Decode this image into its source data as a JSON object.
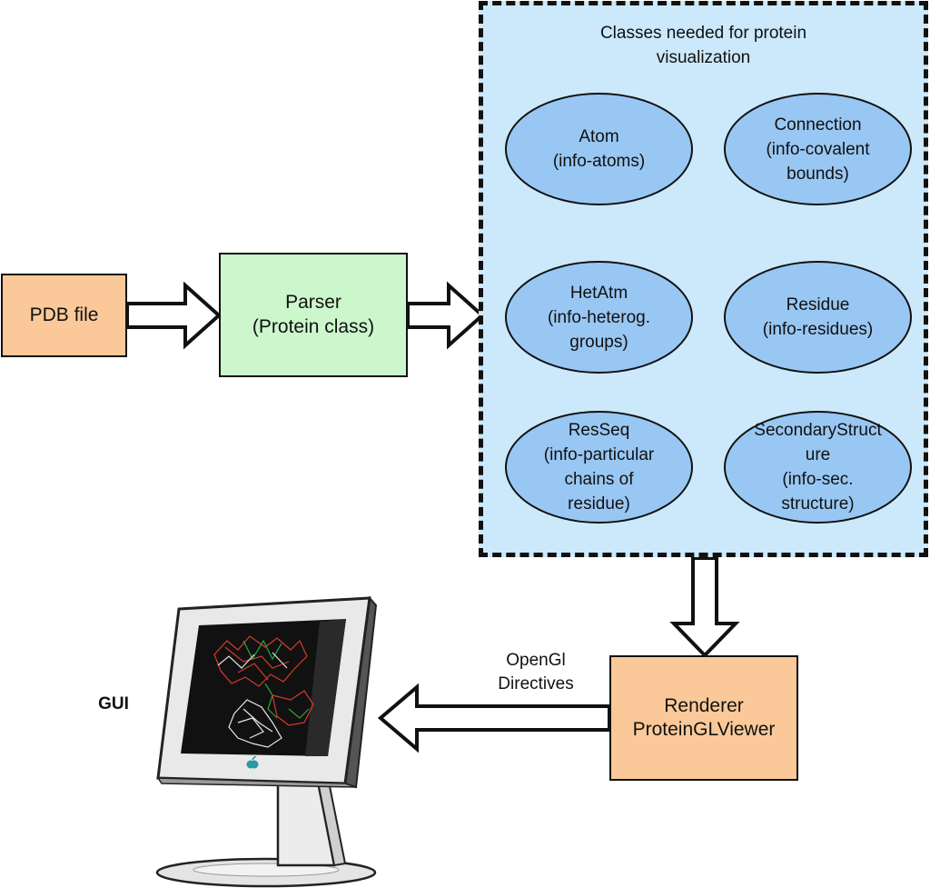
{
  "nodes": {
    "pdb_file": "PDB file",
    "parser": [
      "Parser",
      "(Protein class)"
    ],
    "renderer": [
      "Renderer",
      "ProteinGLViewer"
    ]
  },
  "classes_panel": {
    "title": [
      "Classes needed for protein",
      "visualization"
    ],
    "classes": [
      {
        "lines": [
          "Atom",
          "(info-atoms)"
        ]
      },
      {
        "lines": [
          "Connection",
          "(info-covalent",
          "bounds)"
        ]
      },
      {
        "lines": [
          "HetAtm",
          "(info-heterog.",
          "groups)"
        ]
      },
      {
        "lines": [
          "Residue",
          "(info-residues)"
        ]
      },
      {
        "lines": [
          "ResSeq",
          "(info-particular",
          "chains of",
          "residue)"
        ]
      },
      {
        "lines": [
          "SecondaryStruct",
          "ure",
          "(info-sec.",
          "structure)"
        ]
      }
    ]
  },
  "edge_label": [
    "OpenGl",
    "Directives"
  ],
  "gui_label": "GUI",
  "icons": [
    "monitor-icon",
    "apple-logo-icon"
  ],
  "colors": {
    "orange_box": "#fbc999",
    "green_box": "#ccf6cc",
    "panel": "#cce8fb",
    "ellipse": "#99c7f3",
    "outline": "#111111"
  }
}
